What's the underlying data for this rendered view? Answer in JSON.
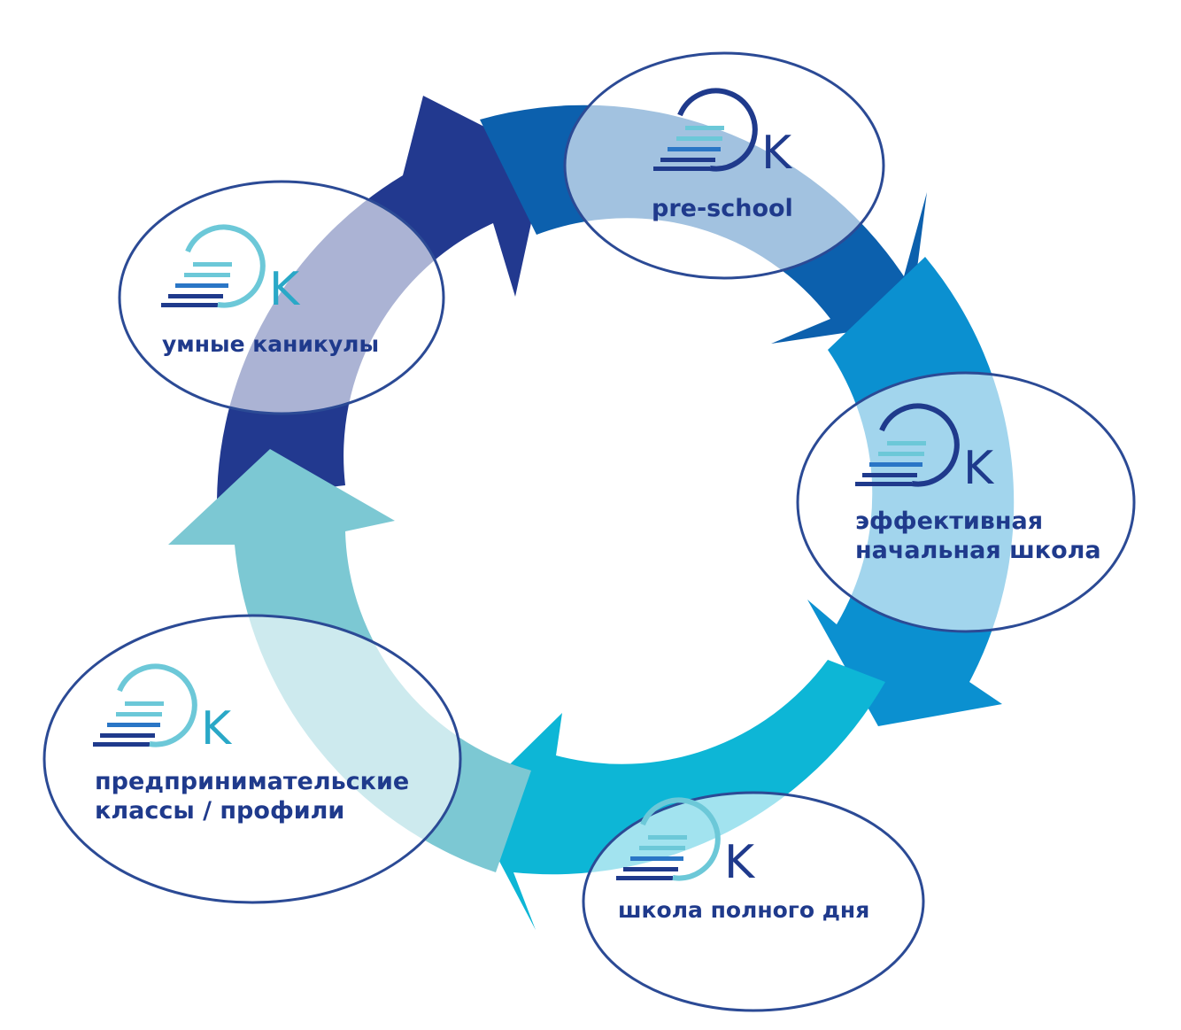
{
  "diagram": {
    "stages": [
      {
        "id": "pre-school",
        "logo_text": "K",
        "lines": [
          "pre-school"
        ]
      },
      {
        "id": "effective-primary",
        "logo_text": "K",
        "lines": [
          "эффективная",
          "начальная школа"
        ]
      },
      {
        "id": "full-day",
        "logo_text": "K",
        "lines": [
          "школа полного дня"
        ]
      },
      {
        "id": "entrepreneur",
        "logo_text": "K",
        "lines": [
          "предпринимательские",
          "классы / профили"
        ]
      },
      {
        "id": "smart-holidays",
        "logo_text": "K",
        "lines": [
          "умные каникулы"
        ]
      }
    ],
    "colors": {
      "arrow_1": "#22398f",
      "arrow_2": "#0c60ad",
      "arrow_3": "#0b90d0",
      "arrow_4": "#0db6d6",
      "arrow_5": "#7cc8d3",
      "ellipse_stroke": "#2b4a95",
      "label_text": "#1f3a8c",
      "logo_dark": "#1f3a8c",
      "logo_light": "#6cc8d8"
    }
  }
}
